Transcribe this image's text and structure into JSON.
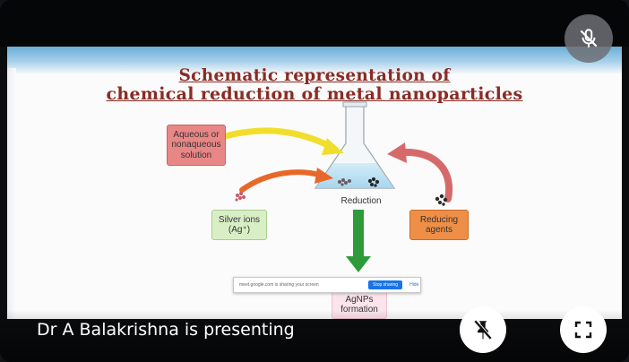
{
  "meeting": {
    "presenter_text": "Dr A Balakrishna is presenting",
    "mic_status_icon": "mic-off-icon",
    "pin_icon": "unpin-icon",
    "fullscreen_icon": "fullscreen-icon"
  },
  "slide": {
    "title_line1": "Schematic representation of",
    "title_line2": "chemical reduction of metal nanoparticles",
    "boxes": {
      "aqueous": "Aqueous or nonaqueous solution",
      "silver": "Silver ions (Ag⁺)",
      "reducing": "Reducing agents",
      "agnps": "AgNPs formation"
    },
    "reduction_label": "Reduction",
    "share_bar": {
      "message": "meet.google.com is sharing your screen",
      "stop_label": "Stop sharing",
      "hide_label": "Hide"
    }
  },
  "colors": {
    "title": "#8a2b24",
    "aqueous_box": "#e98686",
    "silver_box": "#d8efc6",
    "reducing_box": "#ef8f47",
    "agnps_box": "#fbe4ec",
    "down_arrow": "#2e9b3a",
    "yellow_arrow": "#f1de2c",
    "orange_arrow": "#e8682a",
    "red_arrow": "#d66a6a"
  }
}
